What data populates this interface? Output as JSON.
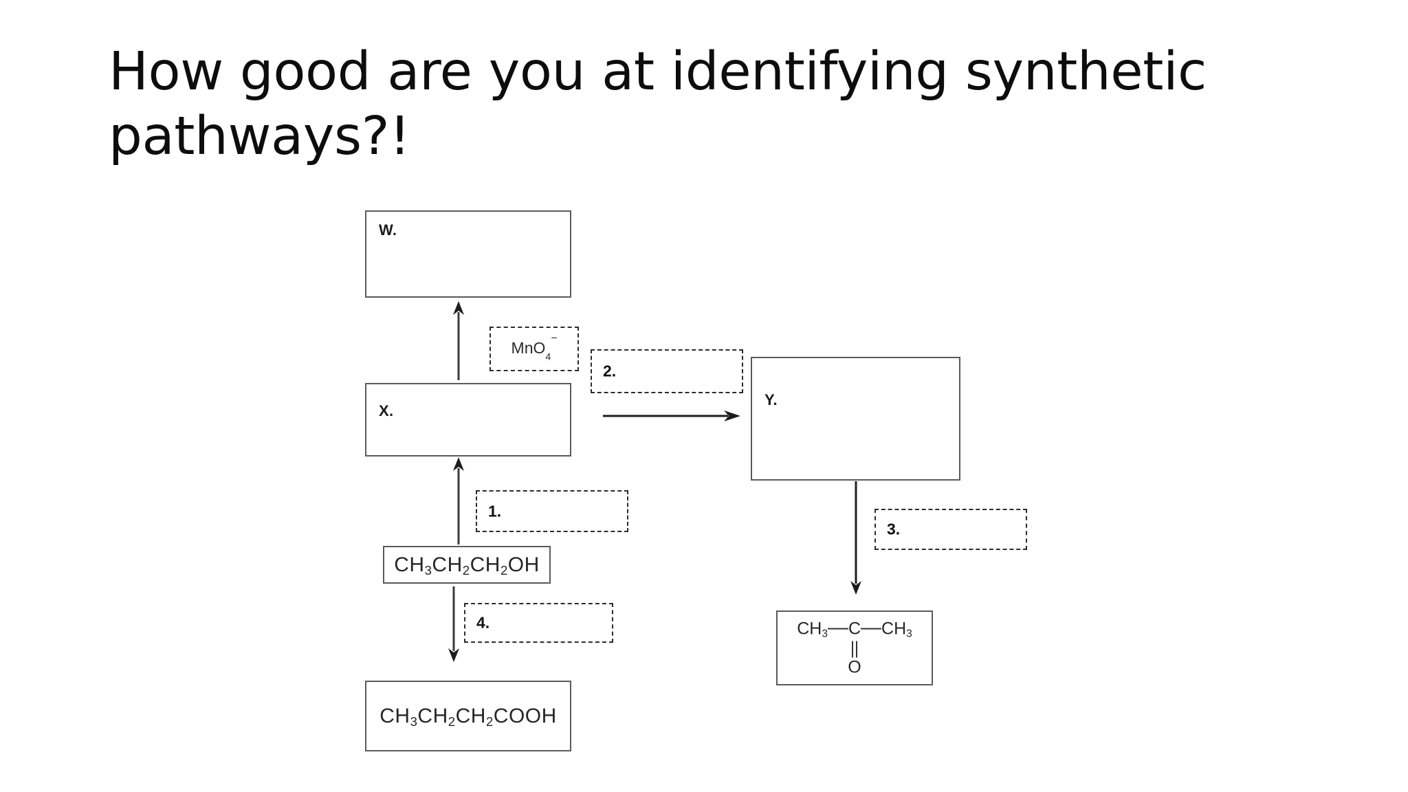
{
  "slide": {
    "title": "How good are you at identifying synthetic pathways?!",
    "background_color": "#ffffff",
    "text_color": "#0d0d0d",
    "box_border_color": "#5a5a5a",
    "dashed_border_color": "#2b2b2b"
  },
  "boxes": {
    "w": {
      "label": "W."
    },
    "x": {
      "label": "X."
    },
    "y": {
      "label": "Y."
    },
    "propanol": {
      "formula_html": "CH<sub>3</sub>CH<sub>2</sub>CH<sub>2</sub>OH",
      "plain": "CH3CH2CH2OH"
    },
    "butanoic_acid": {
      "formula_html": "CH<sub>3</sub>CH<sub>2</sub>CH<sub>2</sub>COOH",
      "plain": "CH3CH2CH2COOH"
    },
    "propanone": {
      "left_group_html": "CH<sub>3</sub>",
      "center_atom": "C",
      "right_group_html": "CH<sub>3</sub>",
      "carbonyl_oxygen": "O",
      "plain": "CH3-C(=O)-CH3"
    }
  },
  "reagent_labels": {
    "mno4": {
      "text_html": "MnO<sub>4</sub><sup>&minus;</sup>",
      "plain": "MnO4-"
    }
  },
  "answer_blanks": [
    {
      "id": "blank-1",
      "label": "1."
    },
    {
      "id": "blank-2",
      "label": "2."
    },
    {
      "id": "blank-3",
      "label": "3."
    },
    {
      "id": "blank-4",
      "label": "4."
    }
  ],
  "arrows": [
    {
      "id": "arrow-x-to-w",
      "direction": "up",
      "from": "X.",
      "to": "W."
    },
    {
      "id": "arrow-propanol-to-x",
      "direction": "up",
      "from": "CH3CH2CH2OH",
      "to": "X."
    },
    {
      "id": "arrow-x-to-y",
      "direction": "right",
      "from": "X.",
      "to": "Y."
    },
    {
      "id": "arrow-propanol-to-acid",
      "direction": "down",
      "from": "CH3CH2CH2OH",
      "to": "CH3CH2CH2COOH"
    },
    {
      "id": "arrow-y-to-propanone",
      "direction": "down",
      "from": "Y.",
      "to": "CH3-C(=O)-CH3"
    }
  ]
}
